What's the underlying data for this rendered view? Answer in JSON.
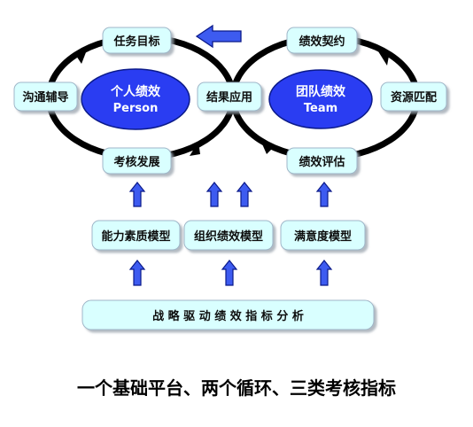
{
  "colors": {
    "box_fill": "#d9ffff",
    "box_stroke": "#9fb6c8",
    "oval_fill": "#2a3df2",
    "loop": "#000000",
    "arrow_fill": "#3d5bf0",
    "arrow_stroke": "#0b1a8a"
  },
  "nodes": {
    "task_goal": "任务目标",
    "communicate": "沟通辅导",
    "assess_develop": "考核发展",
    "result_apply": "结果应用",
    "perf_contract": "绩效契约",
    "resource_match": "资源匹配",
    "perf_eval": "绩效评估"
  },
  "ovals": {
    "personal_cn": "个人绩效",
    "personal_en": "Person",
    "team_cn": "团队绩效",
    "team_en": "Team"
  },
  "models": {
    "ability": "能力素质模型",
    "org": "组织绩效模型",
    "satisfaction": "满意度模型"
  },
  "base": "战 略 驱 动 绩 效 指 标 分 析",
  "caption": "一个基础平台、两个循环、三类考核指标"
}
